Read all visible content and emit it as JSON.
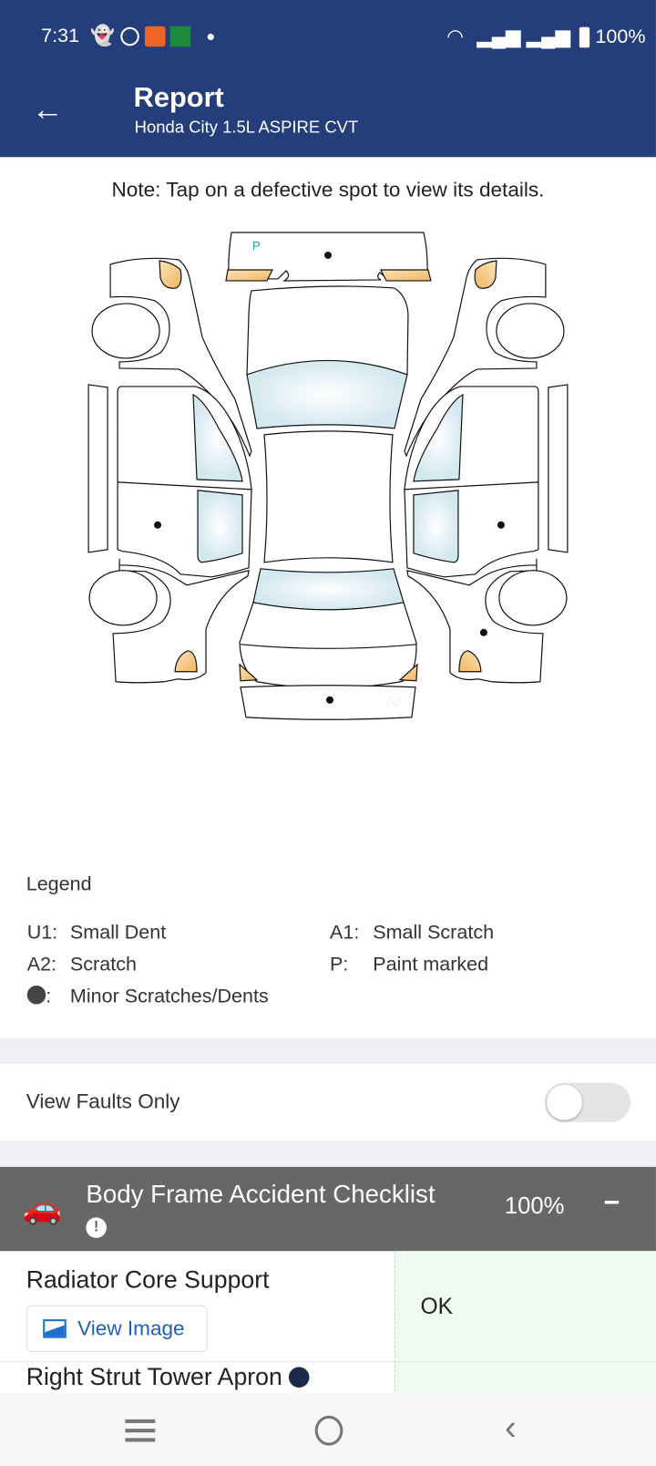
{
  "status_bar": {
    "time": "7:31",
    "battery": "100%",
    "icons": [
      "snapchat-icon",
      "whatsapp-icon",
      "app-icon",
      "mobile-app-icon",
      "dot-icon",
      "wifi-icon",
      "signal-icon",
      "signal-icon",
      "battery-icon"
    ]
  },
  "header": {
    "title": "Report",
    "subtitle": "Honda City 1.5L ASPIRE CVT",
    "bg": "#243d7b"
  },
  "note": "Note: Tap on a defective spot to view its details.",
  "diagram": {
    "labels": {
      "roof_marker": "P",
      "bumper_marker": "A2"
    }
  },
  "legend": {
    "title": "Legend",
    "items": [
      {
        "code": "U1:",
        "label": "Small Dent"
      },
      {
        "code": "A1:",
        "label": "Small Scratch"
      },
      {
        "code": "A2:",
        "label": "Scratch"
      },
      {
        "code": "P:",
        "label": "Paint marked"
      },
      {
        "code": ":",
        "label": "Minor Scratches/Dents"
      }
    ]
  },
  "filter": {
    "label": "View Faults Only",
    "enabled": false
  },
  "checklist": {
    "title": "Body Frame Accident Checklist",
    "percent": "100%",
    "collapse": "−",
    "rows": [
      {
        "name": "Radiator Core Support",
        "button": "View Image",
        "status": "OK"
      },
      {
        "name": "Right Strut Tower Apron",
        "status": ""
      }
    ]
  }
}
